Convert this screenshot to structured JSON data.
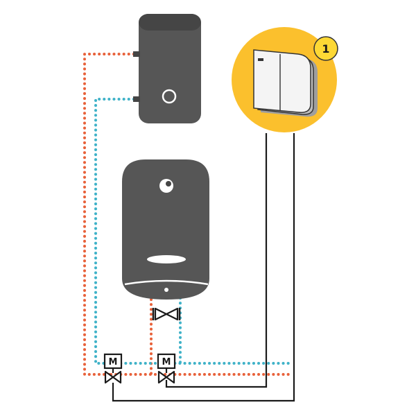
{
  "colors": {
    "hot_pipe": "#e8613a",
    "cold_pipe": "#3fb2c8",
    "wire": "#1a1a1a",
    "tank": "#565656",
    "tank_dark": "#454545",
    "highlight": "#fbc02d",
    "badge": "#fdd835",
    "white": "#ffffff"
  },
  "badge": {
    "number": "1"
  },
  "motorized_valves": [
    {
      "letter": "M"
    },
    {
      "letter": "M"
    }
  ],
  "icons": {
    "controller": "smart-switch-icon",
    "manual_valve": "manual-valve-icon",
    "motorized_valve": "motorized-valve-icon"
  }
}
